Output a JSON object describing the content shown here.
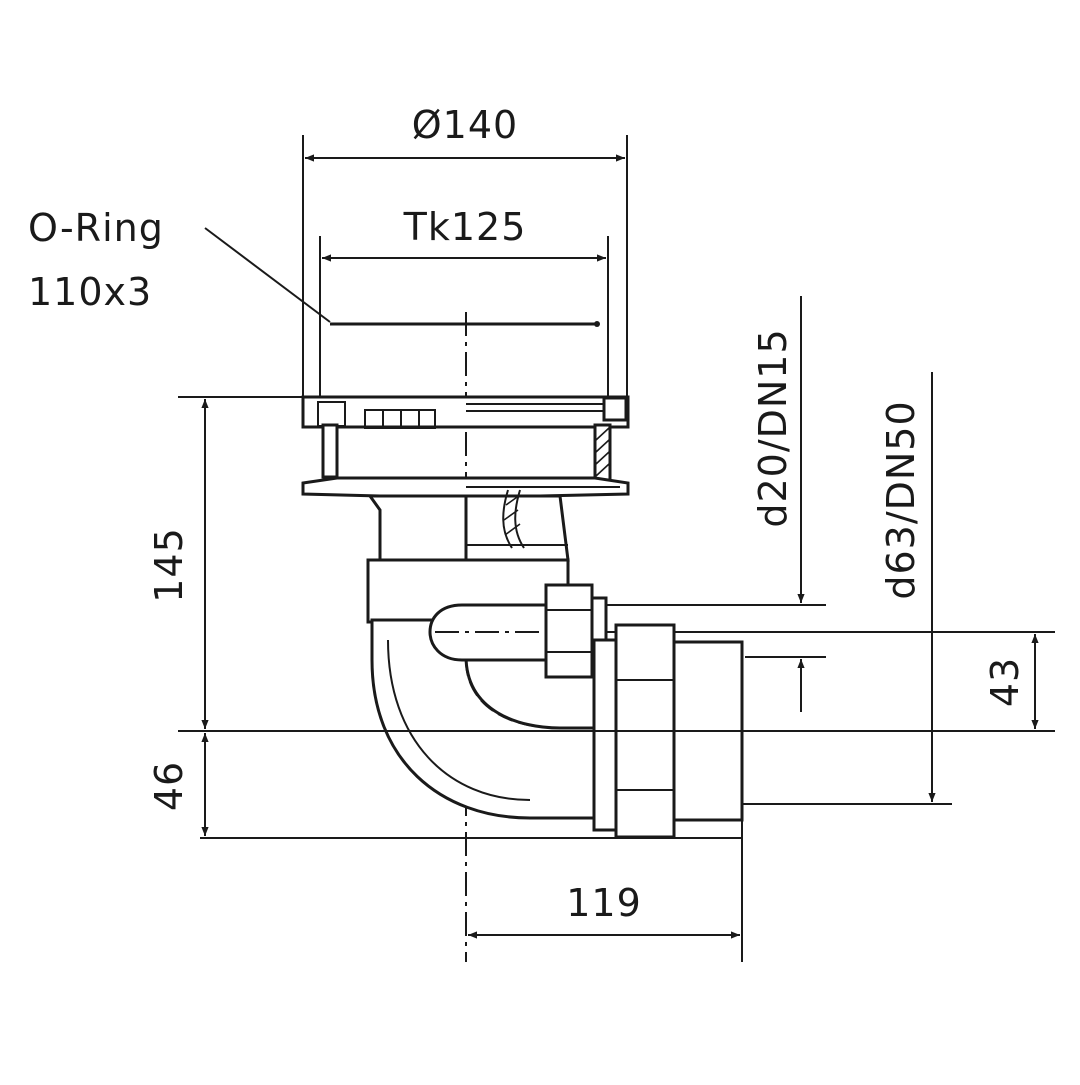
{
  "dimensions": {
    "outer_diameter": "Ø140",
    "bolt_circle": "Tk125",
    "height_total": "145",
    "height_lower": "46",
    "inlet_offset": "43",
    "horizontal_offset": "119",
    "side_inlet": "d20/DN15",
    "outlet": "d63/DN50"
  },
  "labels": {
    "o_ring_line1": "O-Ring",
    "o_ring_line2": "110x3"
  },
  "colors": {
    "line": "#1a1a1a",
    "background": "#ffffff"
  }
}
